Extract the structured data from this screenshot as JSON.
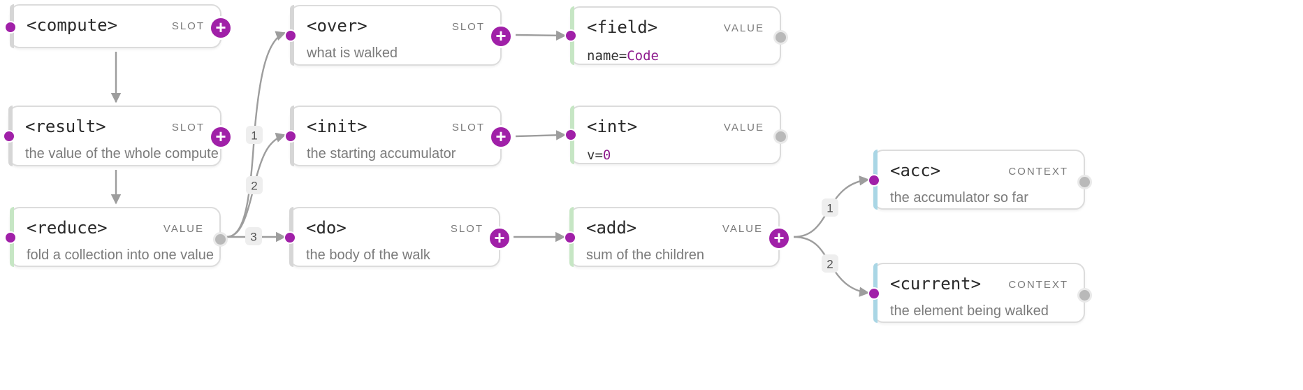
{
  "nodes": {
    "compute": {
      "tag": "<compute>",
      "kind": "SLOT",
      "desc": ""
    },
    "result": {
      "tag": "<result>",
      "kind": "SLOT",
      "desc": "the value of the whole compute"
    },
    "reduce": {
      "tag": "<reduce>",
      "kind": "VALUE",
      "desc": "fold a collection into one value"
    },
    "over": {
      "tag": "<over>",
      "kind": "SLOT",
      "desc": "what is walked"
    },
    "init": {
      "tag": "<init>",
      "kind": "SLOT",
      "desc": "the starting accumulator"
    },
    "do": {
      "tag": "<do>",
      "kind": "SLOT",
      "desc": "the body of the walk"
    },
    "field": {
      "tag": "<field>",
      "kind": "VALUE",
      "attr_name": "name=",
      "attr_value": "Code"
    },
    "int": {
      "tag": "<int>",
      "kind": "VALUE",
      "attr_name": "v=",
      "attr_value": "0"
    },
    "add": {
      "tag": "<add>",
      "kind": "VALUE",
      "desc": "sum of the children"
    },
    "acc": {
      "tag": "<acc>",
      "kind": "CONTEXT",
      "desc": "the accumulator so far"
    },
    "current": {
      "tag": "<current>",
      "kind": "CONTEXT",
      "desc": "the element being walked"
    }
  },
  "port_plus_glyph": "+",
  "edges": [
    {
      "from": "compute",
      "to": "result",
      "label": ""
    },
    {
      "from": "result",
      "to": "reduce",
      "label": ""
    },
    {
      "from": "reduce",
      "to": "over",
      "label": "1"
    },
    {
      "from": "reduce",
      "to": "init",
      "label": "2"
    },
    {
      "from": "reduce",
      "to": "do",
      "label": "3"
    },
    {
      "from": "over",
      "to": "field",
      "label": ""
    },
    {
      "from": "init",
      "to": "int",
      "label": ""
    },
    {
      "from": "do",
      "to": "add",
      "label": ""
    },
    {
      "from": "add",
      "to": "acc",
      "label": "1"
    },
    {
      "from": "add",
      "to": "current",
      "label": "2"
    }
  ]
}
